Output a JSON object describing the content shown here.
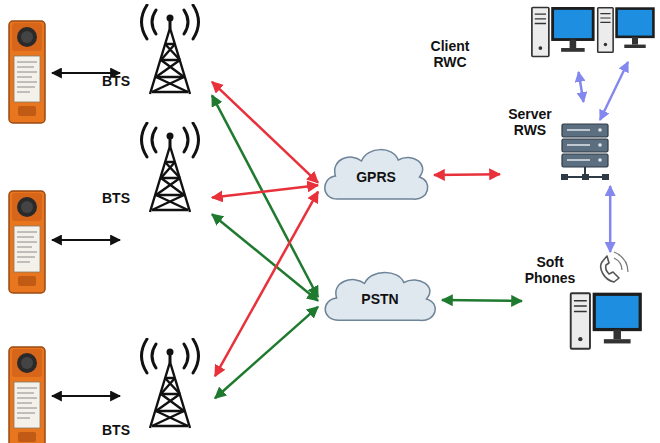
{
  "diagram": {
    "nodes": [
      {
        "text": [
          "BTS"
        ]
      },
      {
        "text": [
          "BTS"
        ]
      },
      {
        "text": [
          "BTS"
        ]
      },
      {
        "text": [
          "GPRS"
        ]
      },
      {
        "text": [
          "PSTN"
        ]
      },
      {
        "text": [
          "Client RWC"
        ]
      },
      {
        "text": [
          "Server RWS"
        ]
      },
      {
        "text": [
          "Soft Phones"
        ]
      }
    ],
    "edges": [
      {
        "from": 0,
        "to": 3,
        "arrow": "both"
      },
      {
        "from": 0,
        "to": 4,
        "arrow": "both"
      },
      {
        "from": 1,
        "to": 3,
        "arrow": "both"
      },
      {
        "from": 1,
        "to": 4,
        "arrow": "both"
      },
      {
        "from": 2,
        "to": 3,
        "arrow": "both"
      },
      {
        "from": 2,
        "to": 4,
        "arrow": "both"
      },
      {
        "from": 3,
        "to": 6,
        "arrow": "both"
      },
      {
        "from": 4,
        "to": 7,
        "arrow": "both"
      },
      {
        "from": 6,
        "to": 5,
        "arrow": "both"
      },
      {
        "from": 6,
        "to": 7,
        "arrow": "both"
      }
    ]
  }
}
